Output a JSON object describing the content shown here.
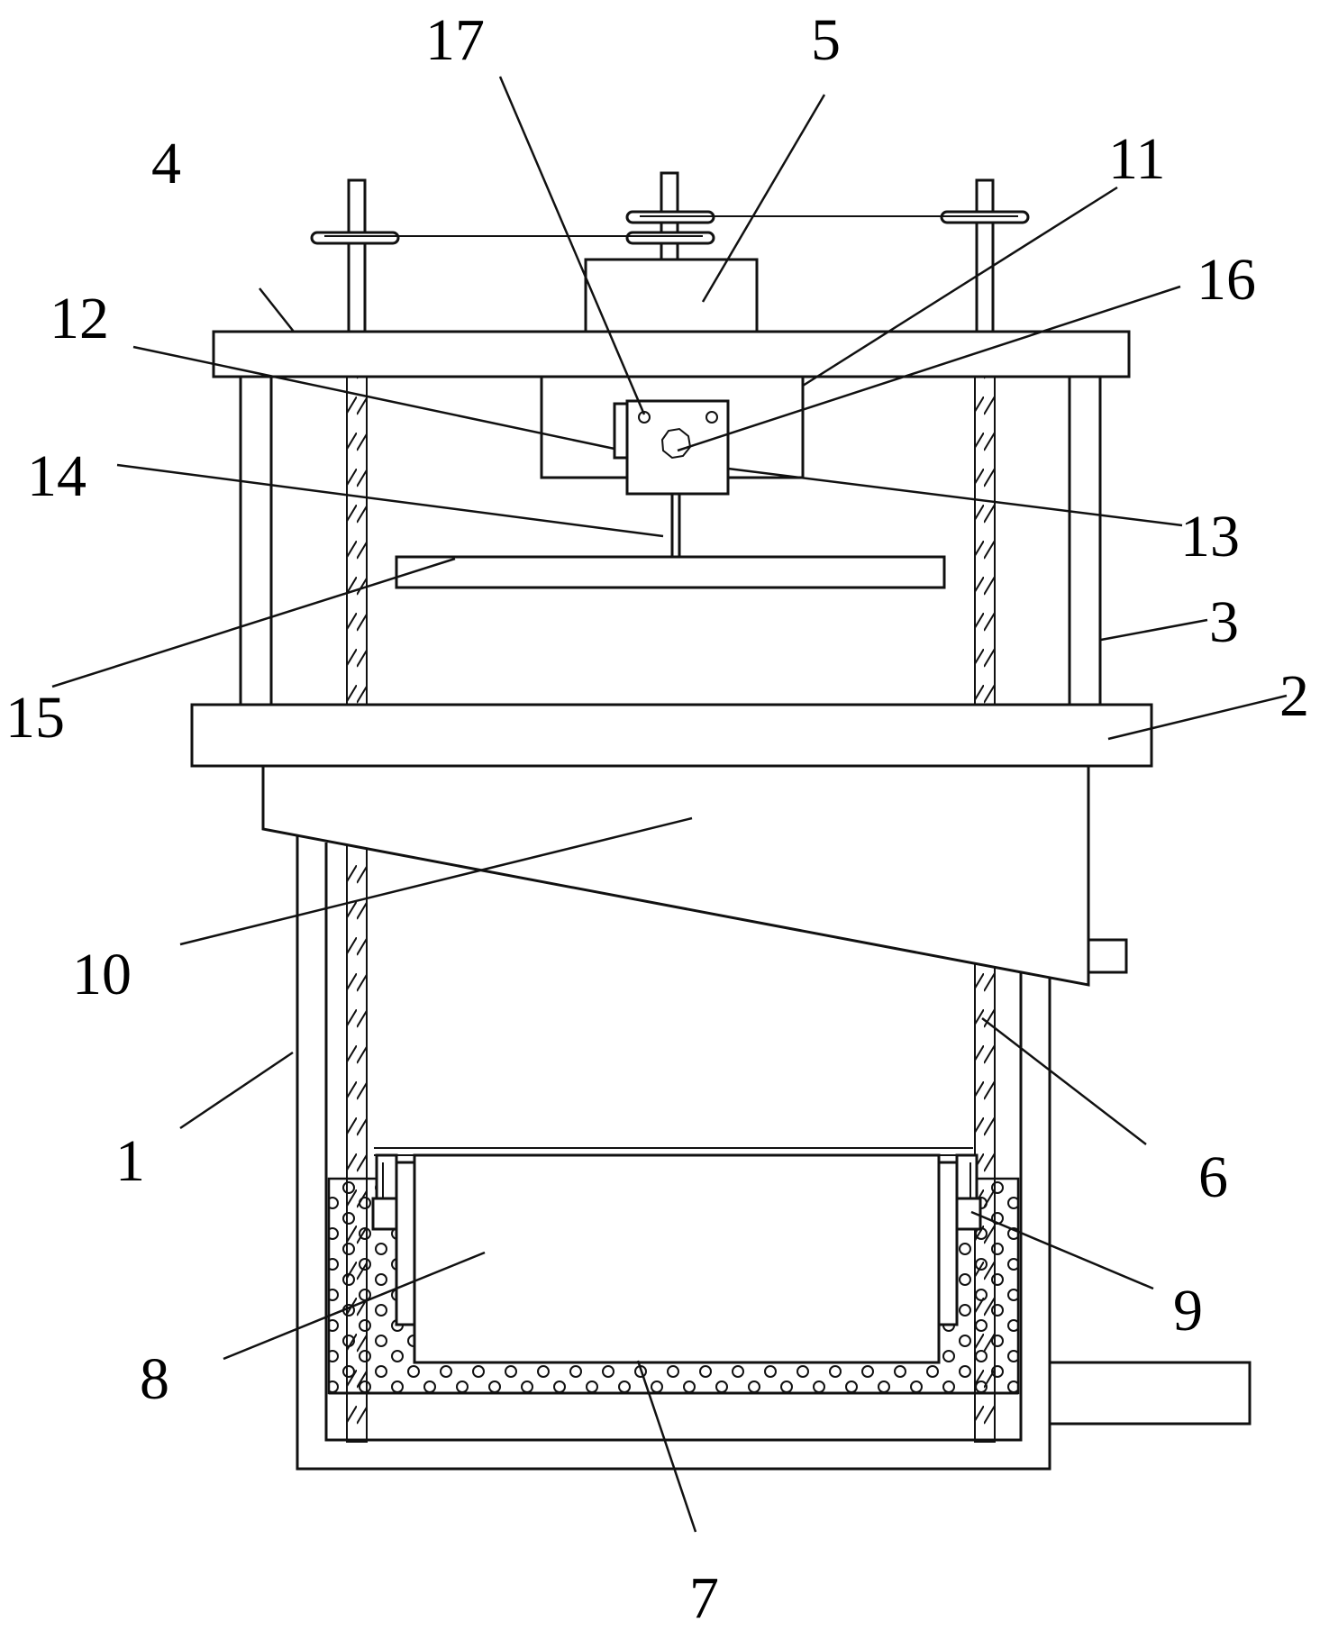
{
  "labels": {
    "l1": "1",
    "l2": "2",
    "l3": "3",
    "l4": "4",
    "l5": "5",
    "l6": "6",
    "l7": "7",
    "l8": "8",
    "l9": "9",
    "l10": "10",
    "l11": "11",
    "l12": "12",
    "l13": "13",
    "l14": "14",
    "l15": "15",
    "l16": "16",
    "l17": "17"
  },
  "colors": {
    "line": "#111111",
    "background": "#ffffff"
  }
}
